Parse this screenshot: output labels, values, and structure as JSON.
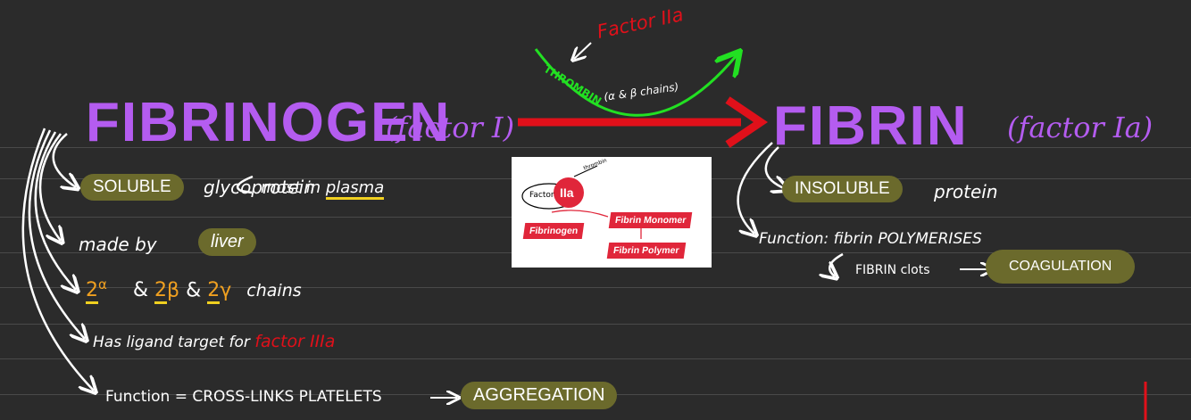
{
  "arrow_label": {
    "factor": "Factor IIa",
    "enzyme": "THROMBIN",
    "enzyme_detail": "(α & β chains)"
  },
  "left": {
    "title": "FIBRINOGEN",
    "subtitle": "(factor I)",
    "items": {
      "soluble_pill": "SOLUBLE",
      "soluble_rest": "glycoprotein",
      "most_prefix": "most in ",
      "most_underlined": "plasma",
      "made_by": "made by",
      "liver": "liver",
      "chain_2a_num": "2",
      "chain_2a_sym": "α",
      "chain_amp1": "&",
      "chain_2b_num": "2",
      "chain_2b_sym": "β",
      "chain_amp2": "&",
      "chain_2g_num": "2",
      "chain_2g_sym": "γ",
      "chains": "chains",
      "ligand_prefix": "Has ligand target for",
      "ligand_factor": "factor IIIa",
      "function_text": "Function = CROSS-LINKS PLATELETS",
      "aggregation": "AGGREGATION"
    }
  },
  "right": {
    "title": "FIBRIN",
    "subtitle": "(factor Ia)",
    "items": {
      "insoluble_pill": "INSOLUBLE",
      "protein": "protein",
      "function_text": "Function: fibrin POLYMERISES",
      "clots": "FIBRIN clots",
      "coagulation": "COAGULATION"
    }
  },
  "inset": {
    "factor_label": "Factor",
    "iia": "IIa",
    "small_label": "thrombin",
    "fibrinogen": "Fibrinogen",
    "monomer": "Fibrin Monomer",
    "polymer": "Fibrin Polymer"
  },
  "colors": {
    "purple": "#b45cf0",
    "green": "#22e022",
    "red": "#e0101a",
    "pill": "#6b6a2c",
    "background": "#2b2b2b"
  }
}
